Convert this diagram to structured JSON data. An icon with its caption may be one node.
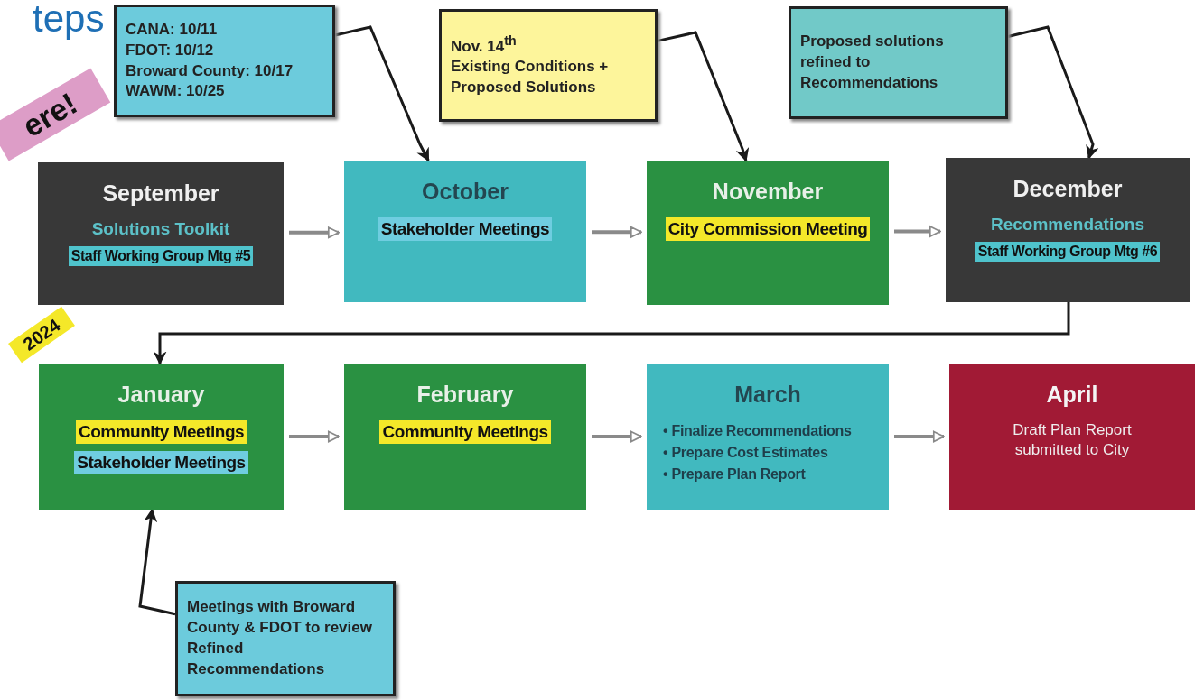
{
  "diagram": {
    "title": "teps",
    "nodes": [
      {
        "text": [
          "CANA: 10/11",
          "FDOT: 10/12",
          "Broward County: 10/17",
          "WAWM: 10/25"
        ]
      },
      {
        "text": [
          "Nov. 14$^{th}$",
          "Existing Conditions + Proposed Solutions"
        ]
      },
      {
        "text": [
          "Proposed solutions refined to Recommendations"
        ]
      },
      {
        "text": [
          "September",
          "Solutions Toolkit",
          "Staff Working Group Mtg #5"
        ]
      },
      {
        "text": [
          "October",
          "Stakeholder Meetings"
        ]
      },
      {
        "text": [
          "November",
          "City Commission Meeting"
        ]
      },
      {
        "text": [
          "December",
          "Recommendations",
          "Staff Working Group Mtg #6"
        ]
      },
      {
        "text": [
          "January",
          "Community Meetings",
          "Stakeholder Meetings"
        ]
      },
      {
        "text": [
          "February",
          "Community Meetings"
        ]
      },
      {
        "text": [
          "March",
          "• Finalize Recommendations",
          "• Prepare Cost Estimates",
          "• Prepare Plan Report"
        ]
      },
      {
        "text": [
          "April",
          "Draft Plan Report submitted to City"
        ]
      },
      {
        "text": [
          "Meetings with Broward County & FDOT to review Refined Recommendations"
        ]
      },
      {
        "text": [
          "ere!"
        ]
      },
      {
        "text": [
          "2024"
        ]
      }
    ],
    "edges": [
      {
        "from": 0,
        "to": 4,
        "arrow": "to",
        "color": "#1a1a1a"
      },
      {
        "from": 1,
        "to": 5,
        "arrow": "to",
        "color": "#1a1a1a"
      },
      {
        "from": 2,
        "to": 6,
        "arrow": "to",
        "color": "#1a1a1a"
      },
      {
        "from": 3,
        "to": 4,
        "arrow": "to"
      },
      {
        "from": 4,
        "to": 5,
        "arrow": "to"
      },
      {
        "from": 5,
        "to": 6,
        "arrow": "to"
      },
      {
        "from": 6,
        "to": 7,
        "arrow": "to",
        "color": "#1a1a1a"
      },
      {
        "from": 7,
        "to": 8,
        "arrow": "to"
      },
      {
        "from": 8,
        "to": 9,
        "arrow": "to"
      },
      {
        "from": 9,
        "to": 10,
        "arrow": "to"
      },
      {
        "from": 11,
        "to": 7,
        "arrow": "to",
        "color": "#1a1a1a"
      }
    ]
  }
}
